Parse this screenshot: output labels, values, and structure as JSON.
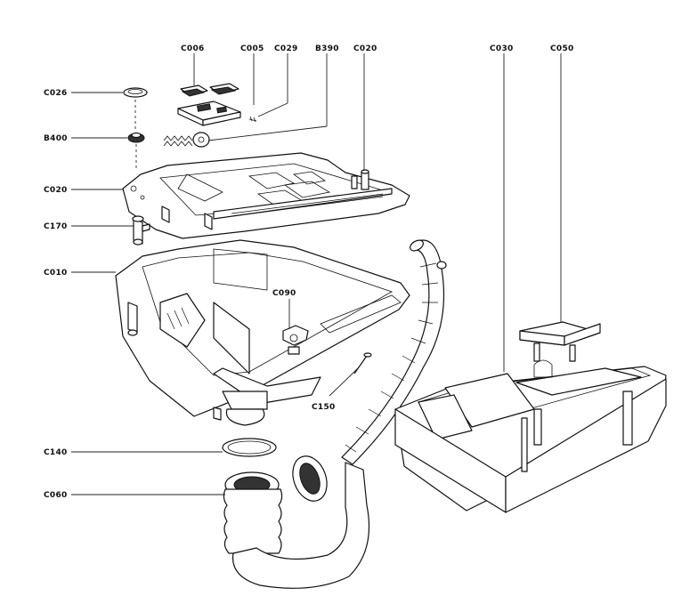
{
  "labels": {
    "c006": "C006",
    "c005": "C005",
    "c029": "C029",
    "b390": "B390",
    "c020_top": "C020",
    "c030": "C030",
    "c050": "C050",
    "c026": "C026",
    "b400": "B400",
    "c020": "C020",
    "c170": "C170",
    "c010": "C010",
    "c090": "C090",
    "c150": "C150",
    "c140": "C140",
    "c060": "C060"
  },
  "colors": {
    "ink": "#111111",
    "background": "#ffffff"
  }
}
